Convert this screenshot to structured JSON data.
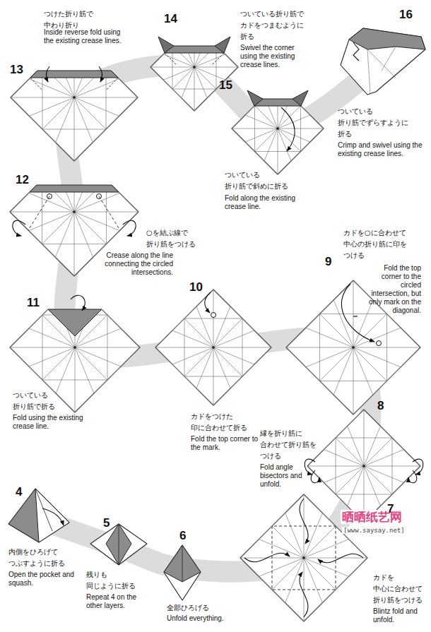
{
  "diagram": {
    "labels": [
      "13",
      "つけた折り筋で 中わり折り",
      "Inside reverse fold using the existing crease lines.",
      "14",
      "ついている折り筋で カドをつまむように 折る",
      "Swivel the corner using the existing crease lines.",
      "15",
      "ついている 折り筋で斜めに折る",
      "Fold along the existing crease line.",
      "16",
      "ついている 折り筋でずらすように 折る",
      "Crimp and swivel using the existing crease lines.",
      "12",
      "○を結ぶ線で 折り筋をつける",
      "Crease along the line connecting the circled intersections.",
      "9",
      "カドを○に合わせて 中心の折り筋に印を つける",
      "Fold the top corner to the circled intersection, but only mark on the diagonal.",
      "10",
      "カドをつけた 印に合わせて折る",
      "Fold the top corner to the mark.",
      "11",
      "ついている 折り筋で折る",
      "Fold using the existing crease line.",
      "8",
      "縁を折り筋に 合わせて折り筋を つける",
      "Fold angle bisectors and unfold.",
      "晒晒纸艺网",
      "[www.saysay.net]",
      "4",
      "内側をひろげて つぶすように折る",
      "Open the pocket and squash.",
      "5",
      "残りも 同じように折る",
      "Repeat 4 on the other layers.",
      "6",
      "全部ひろげる",
      "Unfold everything.",
      "7",
      "カドを 中心に合わせて 折り筋をつける",
      "Blintz fold and unfold."
    ]
  }
}
